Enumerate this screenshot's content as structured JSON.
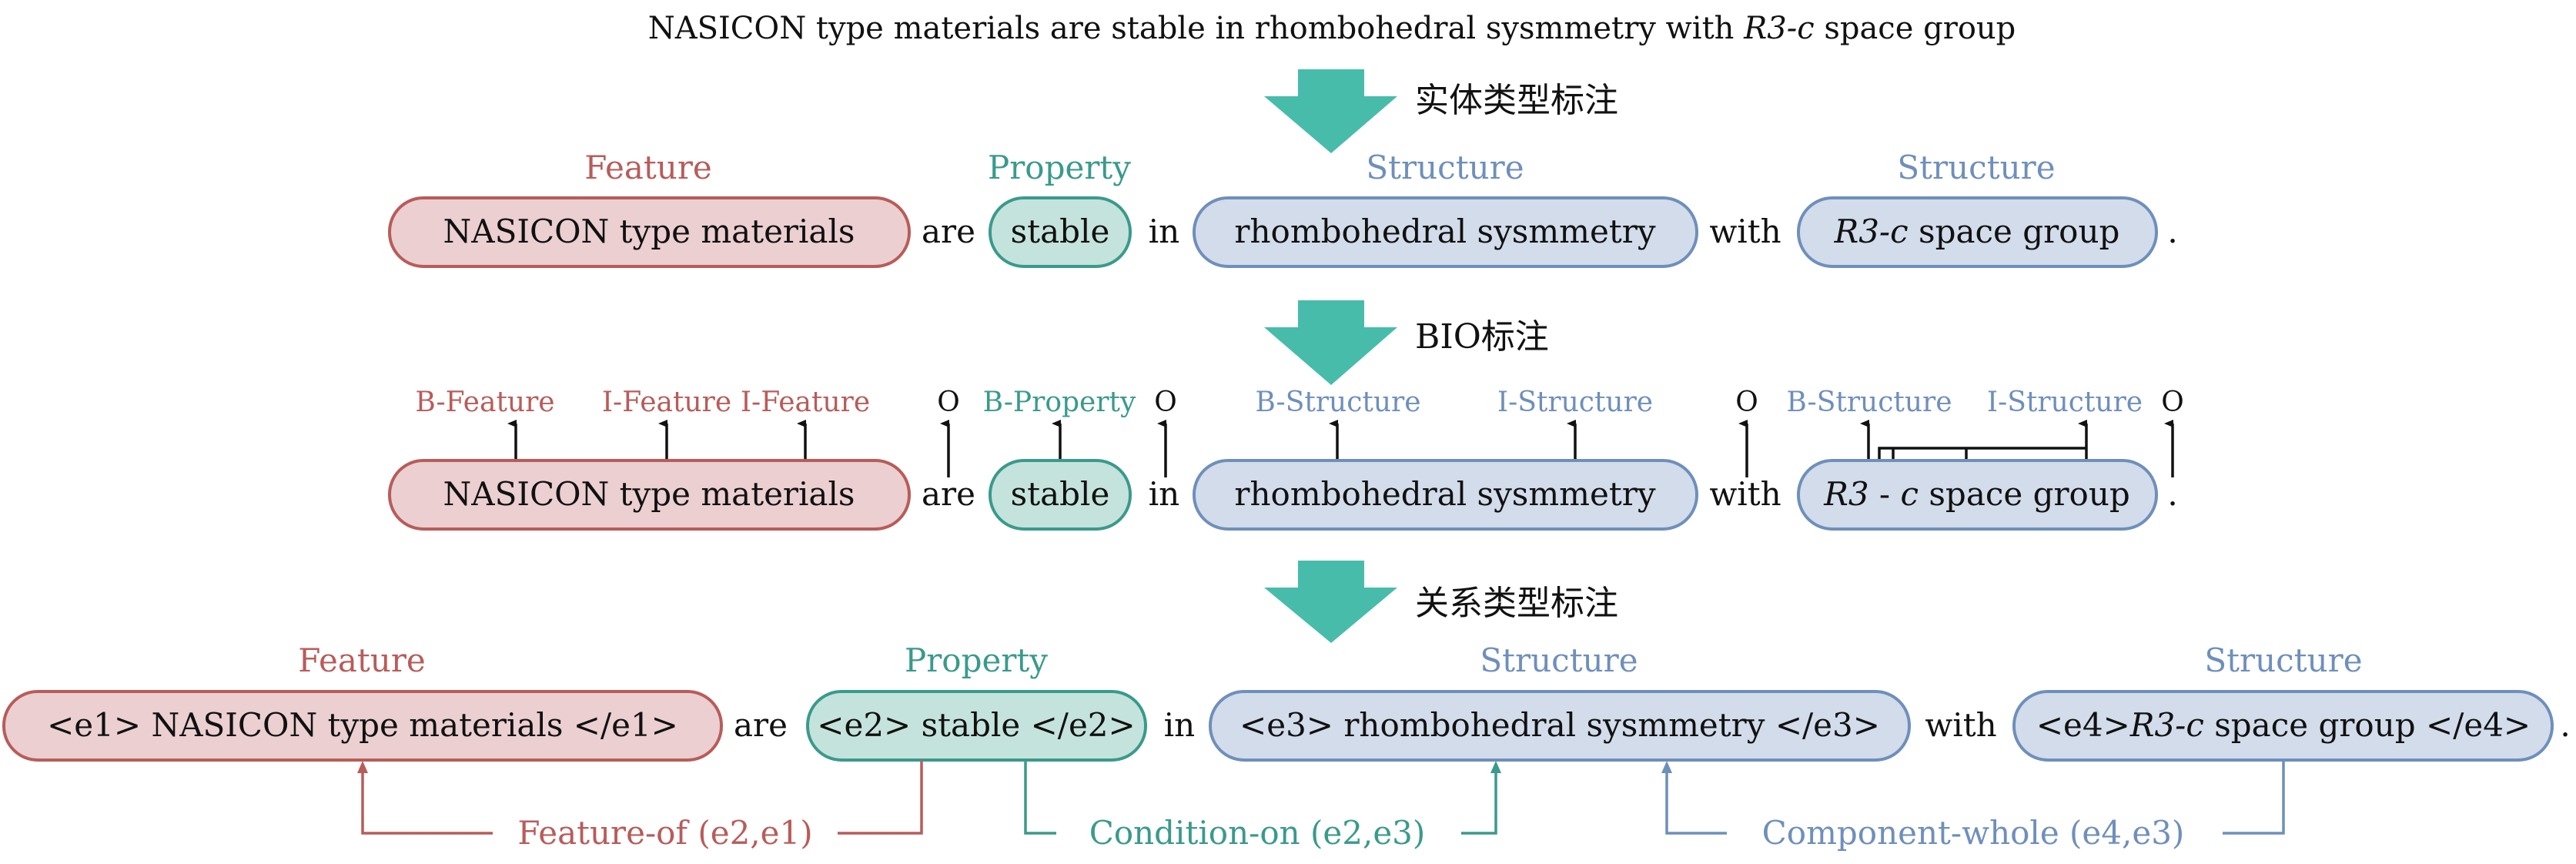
{
  "title": {
    "prefix": "NASICON type materials are stable in rhombohedral sysmmetry with ",
    "italic": "R3-c",
    "suffix": " space group"
  },
  "steps": [
    {
      "label": "实体类型标注"
    },
    {
      "label": "BIO标注"
    },
    {
      "label": "关系类型标注"
    }
  ],
  "colors": {
    "feature": "#b85c5a",
    "property": "#3a9a8c",
    "structure": "#6f8fbb",
    "arrow": "#48bcaa"
  },
  "entity_row": {
    "labels": [
      "Feature",
      "Property",
      "Structure",
      "Structure"
    ],
    "entities": [
      "NASICON type materials",
      "stable",
      "rhombohedral sysmmetry",
      "space group"
    ],
    "entity4_italic": "R3-",
    "entity4_italic_c": "c",
    "connectors": [
      "are",
      "in",
      "with",
      "."
    ]
  },
  "bio_row": {
    "tags": [
      "B-Feature",
      "I-Feature",
      "I-Feature",
      "O",
      "B-Property",
      "O",
      "B-Structure",
      "I-Structure",
      "O",
      "B-Structure",
      "I-Structure",
      "O"
    ],
    "entities": [
      "NASICON type materials",
      "stable",
      "rhombohedral sysmmetry"
    ],
    "entity4": {
      "r3": "R3",
      "dash": "-",
      "c": "c",
      "rest": "space group"
    },
    "connectors": [
      "are",
      "in",
      "with",
      "."
    ]
  },
  "relation_row": {
    "labels": [
      "Feature",
      "Property",
      "Structure",
      "Structure"
    ],
    "entities": [
      {
        "open": "<e1>",
        "text": "NASICON type materials",
        "close": "</e1>"
      },
      {
        "open": "<e2>",
        "text": "stable",
        "close": "</e2>"
      },
      {
        "open": "<e3>",
        "text": "rhombohedral sysmmetry",
        "close": "</e3>"
      },
      {
        "open": "<e4>",
        "italic": "R3-c",
        "text": " space group",
        "close": "</e4>"
      }
    ],
    "connectors": [
      "are",
      "in",
      "with",
      "."
    ],
    "relations": [
      {
        "label": "Feature-of (e2,e1)"
      },
      {
        "label": "Condition-on (e2,e3)"
      },
      {
        "label": "Component-whole (e4,e3)"
      }
    ]
  }
}
